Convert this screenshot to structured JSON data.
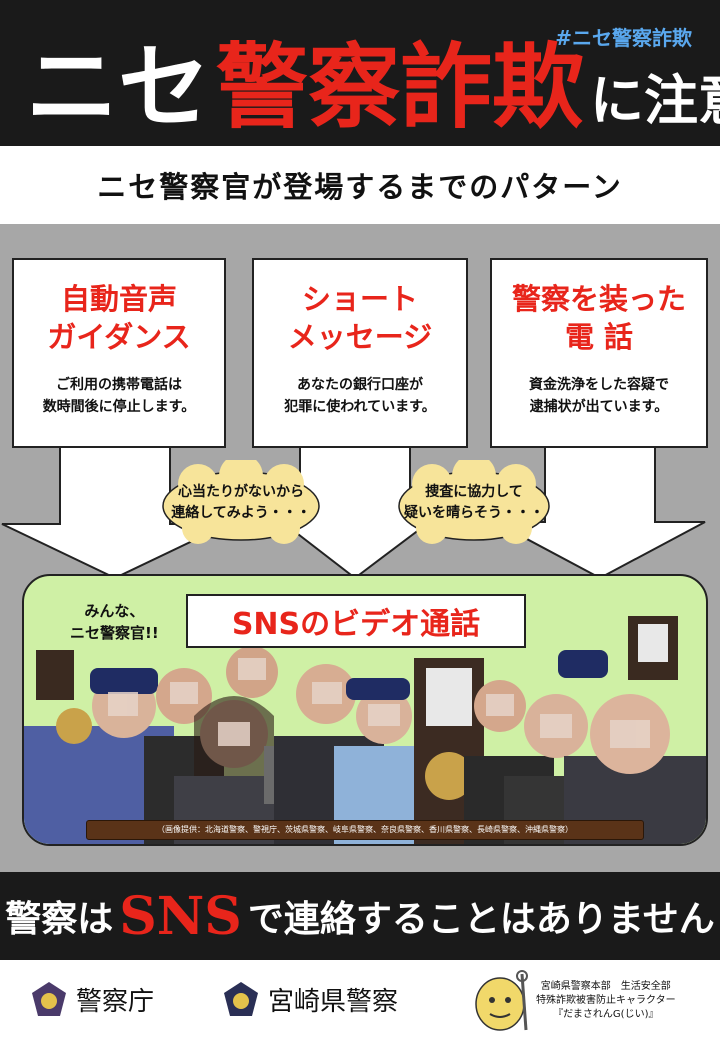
{
  "header": {
    "hashtag": "#ニセ警察詐欺",
    "title_part1": "ニセ",
    "title_part2": "警察詐欺",
    "title_part3": "に注意"
  },
  "subtitle": "ニセ警察官が登場するまでのパターン",
  "patterns": [
    {
      "heading_line1": "自動音声",
      "heading_line2": "ガイダンス",
      "body_line1": "ご利用の携帯電話は",
      "body_line2": "数時間後に停止します。"
    },
    {
      "heading_line1": "ショート",
      "heading_line2": "メッセージ",
      "body_line1": "あなたの銀行口座が",
      "body_line2": "犯罪に使われています。"
    },
    {
      "heading_line1": "警察を装った",
      "heading_line2": "電 話",
      "body_line1": "資金洗浄をした容疑で",
      "body_line2": "逮捕状が出ています。"
    }
  ],
  "thoughts": [
    {
      "line1": "心当たりがないから",
      "line2": "連絡してみよう・・・"
    },
    {
      "line1": "捜査に協力して",
      "line2": "疑いを晴らそう・・・"
    }
  ],
  "callout": {
    "line1": "みんな、",
    "line2": "ニセ警察官!!"
  },
  "sns_banner": "SNSのビデオ通話",
  "credit": "（画像提供：北海道警察、警視庁、茨城県警察、岐阜県警察、奈良県警察、香川県警察、長崎県警察、沖縄県警察）",
  "warning": {
    "part1": "警察は",
    "part2": "SNS",
    "part3": "で連絡することはありません"
  },
  "footer": {
    "logo1": "警察庁",
    "logo2": "宮崎県警察",
    "org_line1": "宮崎県警察本部　生活安全部",
    "org_line2": "特殊詐欺被害防止キャラクター",
    "org_line3": "『だまされんG(じい)』"
  },
  "colors": {
    "accent_red": "#e8251b",
    "hashtag_blue": "#5aa8ee",
    "panel_green": "#cff0a5",
    "background_dark": "#1a1a1a"
  }
}
